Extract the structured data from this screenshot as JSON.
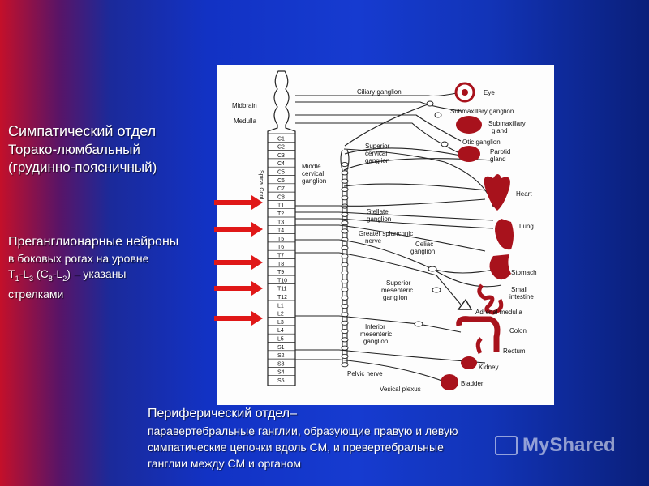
{
  "title": {
    "line1": "Симпатический отдел",
    "line2": "Торако-люмбальный",
    "line3": "(грудинно-поясничный)"
  },
  "neurons": {
    "heading": "Преганглионарные  нейроны",
    "line1": "в боковых рогах на уровне",
    "t_prefix": "T",
    "t_sub1": "1",
    "t_mid": "-L",
    "t_sub2": "3",
    "c_open": " (C",
    "c_sub1": "8",
    "c_mid": "-L",
    "c_sub2": "2",
    "c_close": ") – указаны",
    "line3": "стрелками"
  },
  "peripheral": {
    "heading": "Периферический отдел–",
    "line1": "паравертебральные ганглии, образующие правую и левую",
    "line2": "симпатические цепочки вдоль СМ, и превертебральные",
    "line3": "ганглии между СМ и органом"
  },
  "diagram": {
    "spine_labels": [
      "Midbrain",
      "Medulla"
    ],
    "spinal_cord_label": "Spinal Cord",
    "segments": [
      "C1",
      "C2",
      "C3",
      "C4",
      "C5",
      "C6",
      "C7",
      "C8",
      "T1",
      "T2",
      "T3",
      "T4",
      "T5",
      "T6",
      "T7",
      "T8",
      "T9",
      "T10",
      "T11",
      "T12",
      "L1",
      "L2",
      "L3",
      "L4",
      "L5",
      "S1",
      "S2",
      "S3",
      "S4",
      "S5"
    ],
    "ganglia": {
      "ciliary": "Ciliary ganglion",
      "submaxillary_ganglion": "Submaxillary ganglion",
      "otic": "Otic ganglion",
      "superior_cervical": [
        "Superior",
        "cervical",
        "ganglion"
      ],
      "middle_cervical": [
        "Middle",
        "cervical",
        "ganglion"
      ],
      "stellate": [
        "Stellate",
        "ganglion"
      ],
      "greater_splanchnic": [
        "Greater splanchnic",
        "nerve"
      ],
      "celiac": [
        "Celiac",
        "ganglion"
      ],
      "superior_mesenteric": [
        "Superior",
        "mesenteric",
        "ganglion"
      ],
      "inferior_mesenteric": [
        "Inferior",
        "mesenteric",
        "ganglion"
      ],
      "pelvic_nerve": "Pelvic nerve",
      "vesical_plexus": "Vesical plexus"
    },
    "organs": {
      "eye": "Eye",
      "submaxillary_gland": [
        "Submaxillary",
        "gland"
      ],
      "parotid_gland": [
        "Parotid",
        "gland"
      ],
      "heart": "Heart",
      "lung": "Lung",
      "stomach": "Stomach",
      "small_intestine": [
        "Small",
        "intestine"
      ],
      "adrenal_medulla": "Adrenal medulla",
      "colon": "Colon",
      "rectum": "Rectum",
      "kidney": "Kidney",
      "bladder": "Bladder"
    },
    "colors": {
      "organ": "#a8121c",
      "arrow": "#e01818"
    }
  },
  "watermark": "MyShared"
}
